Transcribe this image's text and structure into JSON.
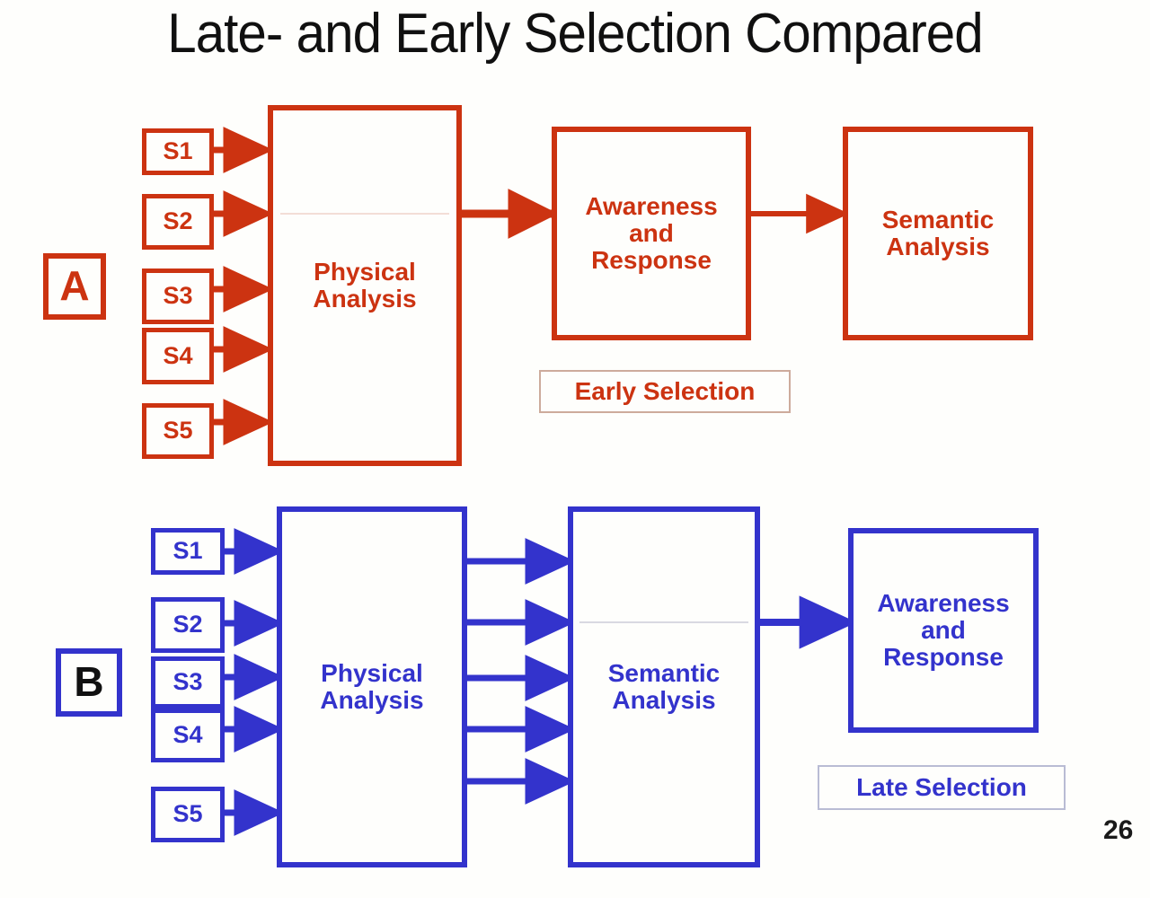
{
  "slide": {
    "title": "Late- and Early Selection Compared",
    "page_number": "26",
    "background_color": "#fefefc"
  },
  "colors": {
    "panel_a_accent": "#cc3311",
    "panel_b_accent": "#3333cc",
    "panel_b_letter": "#111111",
    "caption_a_border": "#cdab9c",
    "caption_b_border": "#b9bcd4",
    "title_color": "#101010",
    "page_number_color": "#1a1a1a"
  },
  "panel_a": {
    "letter": "A",
    "accent": "#cc3311",
    "stimuli": [
      {
        "label": "S1"
      },
      {
        "label": "S2"
      },
      {
        "label": "S3"
      },
      {
        "label": "S4"
      },
      {
        "label": "S5"
      }
    ],
    "stage_1": {
      "line1": "Physical",
      "line2": "Analysis"
    },
    "stage_2": {
      "line1": "Awareness",
      "line2": "and",
      "line3": "Response"
    },
    "stage_3": {
      "line1": "Semantic",
      "line2": "Analysis"
    },
    "caption": "Early Selection"
  },
  "panel_b": {
    "letter": "B",
    "accent": "#3333cc",
    "stimuli": [
      {
        "label": "S1"
      },
      {
        "label": "S2"
      },
      {
        "label": "S3"
      },
      {
        "label": "S4"
      },
      {
        "label": "S5"
      }
    ],
    "stage_1": {
      "line1": "Physical",
      "line2": "Analysis"
    },
    "stage_2": {
      "line1": "Semantic",
      "line2": "Analysis"
    },
    "stage_3": {
      "line1": "Awareness",
      "line2": "and",
      "line3": "Response"
    },
    "caption": "Late Selection"
  },
  "chart_data": {
    "type": "diagram",
    "title": "Late- and Early Selection Compared",
    "panels": [
      {
        "id": "A",
        "model": "Early Selection",
        "color": "#cc3311",
        "inputs": [
          "S1",
          "S2",
          "S3",
          "S4",
          "S5"
        ],
        "stages": [
          "Physical Analysis",
          "Awareness and Response",
          "Semantic Analysis"
        ],
        "edges": [
          {
            "from": "S1",
            "to": "Physical Analysis"
          },
          {
            "from": "S2",
            "to": "Physical Analysis"
          },
          {
            "from": "S3",
            "to": "Physical Analysis"
          },
          {
            "from": "S4",
            "to": "Physical Analysis"
          },
          {
            "from": "S5",
            "to": "Physical Analysis"
          },
          {
            "from": "Physical Analysis",
            "to": "Awareness and Response",
            "count": 1
          },
          {
            "from": "Awareness and Response",
            "to": "Semantic Analysis",
            "count": 1
          }
        ]
      },
      {
        "id": "B",
        "model": "Late Selection",
        "color": "#3333cc",
        "inputs": [
          "S1",
          "S2",
          "S3",
          "S4",
          "S5"
        ],
        "stages": [
          "Physical Analysis",
          "Semantic Analysis",
          "Awareness and Response"
        ],
        "edges": [
          {
            "from": "S1",
            "to": "Physical Analysis"
          },
          {
            "from": "S2",
            "to": "Physical Analysis"
          },
          {
            "from": "S3",
            "to": "Physical Analysis"
          },
          {
            "from": "S4",
            "to": "Physical Analysis"
          },
          {
            "from": "S5",
            "to": "Physical Analysis"
          },
          {
            "from": "Physical Analysis",
            "to": "Semantic Analysis",
            "count": 5
          },
          {
            "from": "Semantic Analysis",
            "to": "Awareness and Response",
            "count": 1
          }
        ]
      }
    ]
  }
}
